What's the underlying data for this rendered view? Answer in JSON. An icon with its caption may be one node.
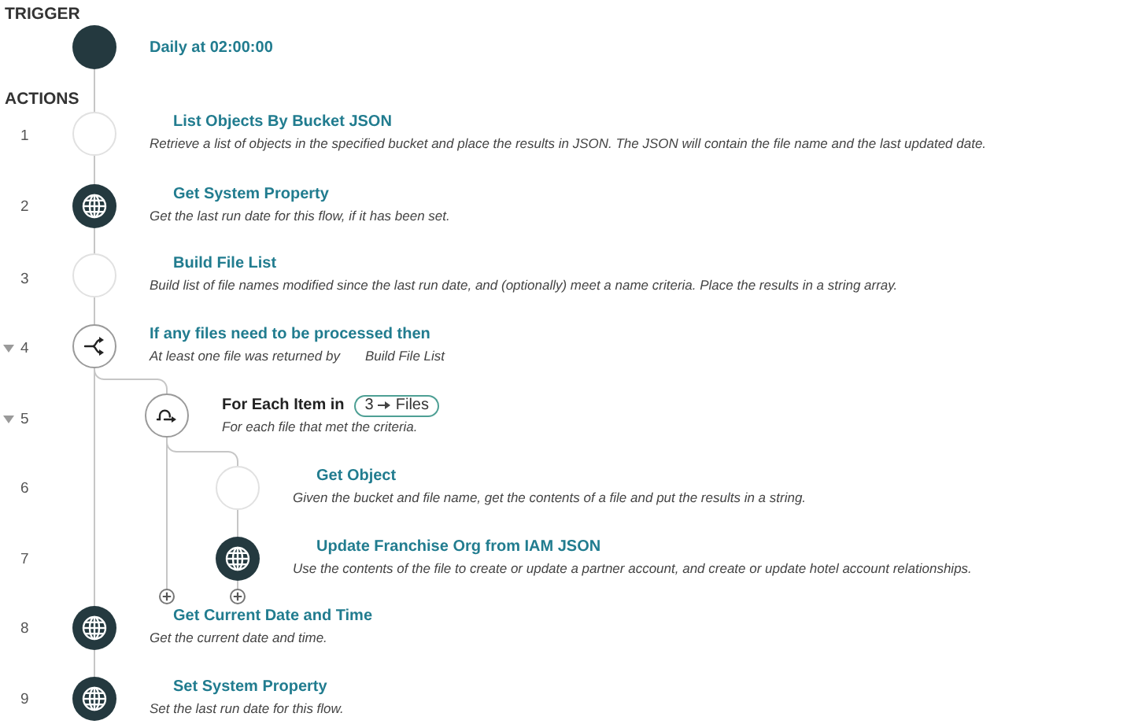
{
  "diagram": {
    "nodes": [
      {
        "text": [
          "Daily at 02:00:00"
        ]
      },
      {
        "text": [
          "List Objects By Bucket JSON",
          "Retrieve a list of objects in the specified bucket and place the results in JSON. The JSON will contain the file name and the last updated date."
        ]
      },
      {
        "text": [
          "Get System Property",
          "Get the last run date for this flow, if it has been set."
        ]
      },
      {
        "text": [
          "Build File List",
          "Build list of file names modified since the last run date, and (optionally) meet a name criteria. Place the results in a string array."
        ]
      },
      {
        "text": [
          "If any files need to be processed then",
          "At least one file was returned by",
          "Build File List"
        ]
      },
      {
        "text": [
          "For Each Item in",
          "For each file that met the criteria."
        ]
      },
      {
        "text": [
          "3",
          "Files"
        ]
      },
      {
        "text": [
          "Get Object",
          "Given the bucket and file name, get the contents of a file and put the results in a string."
        ]
      },
      {
        "text": [
          "Update Franchise Org from IAM JSON",
          "Use the contents of the file to create or update a partner account, and create or update hotel account relationships."
        ]
      },
      {
        "text": [],
        "shape": "circle"
      },
      {
        "text": [],
        "shape": "circle"
      },
      {
        "text": [
          "Get Current Date and Time",
          "Get the current date and time."
        ]
      },
      {
        "text": [
          "Set System Property",
          "Set the last run date for this flow."
        ]
      }
    ],
    "edges": [
      {
        "from": 0,
        "to": 1,
        "arrow": "none"
      },
      {
        "from": 1,
        "to": 2,
        "arrow": "none"
      },
      {
        "from": 2,
        "to": 3,
        "arrow": "none"
      },
      {
        "from": 3,
        "to": 4,
        "arrow": "none"
      },
      {
        "from": 4,
        "to": 5,
        "arrow": "none"
      },
      {
        "from": 5,
        "to": 7,
        "arrow": "none"
      },
      {
        "from": 7,
        "to": 8,
        "arrow": "none"
      },
      {
        "from": 5,
        "to": 9,
        "arrow": "none"
      },
      {
        "from": 8,
        "to": 10,
        "arrow": "none"
      },
      {
        "from": 4,
        "to": 11,
        "arrow": "none"
      },
      {
        "from": 11,
        "to": 12,
        "arrow": "none"
      }
    ],
    "labels": [
      "TRIGGER",
      "ACTIONS",
      "1",
      "2",
      "3",
      "4",
      "5",
      "6",
      "7",
      "8",
      "9"
    ]
  }
}
